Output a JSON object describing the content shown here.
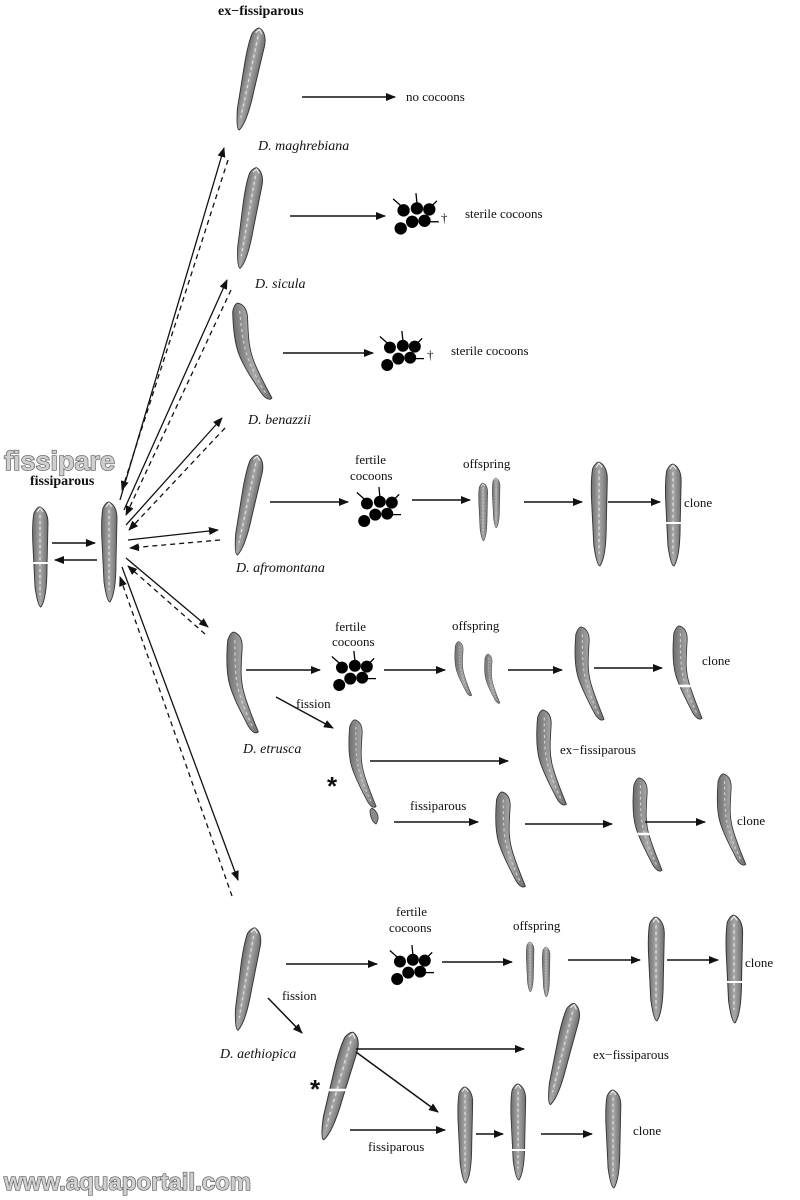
{
  "header": {
    "ex_fissiparous": "ex−fissiparous",
    "fissiparous": "fissiparous"
  },
  "watermark": {
    "top": "fissipare",
    "bottom": "www.aquaportail.com"
  },
  "species": {
    "maghrebiana": "D. maghrebiana",
    "sicula": "D. sicula",
    "benazzii": "D. benazzii",
    "afromontana": "D. afromontana",
    "etrusca": "D. etrusca",
    "aethiopica": "D. aethiopica"
  },
  "labels": {
    "no_cocoons": "no cocoons",
    "sterile_cocoons": "sterile cocoons",
    "fertile": "fertile",
    "cocoons": "cocoons",
    "offspring": "offspring",
    "clone": "clone",
    "fission": "fission",
    "ex_fissiparous": "ex−fissiparous",
    "fissiparous": "fissiparous",
    "asterisk": "*",
    "dagger": "†"
  },
  "colors": {
    "worm_fill": "#8a8a8a",
    "worm_edge": "#333333",
    "cocoon": "#000000",
    "watermark_fill": "#cfcfcf"
  }
}
